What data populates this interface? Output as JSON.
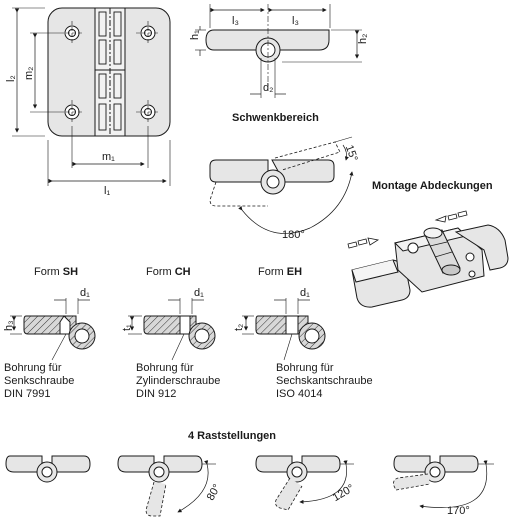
{
  "dims": {
    "l1": "l₁",
    "l2": "l₂",
    "l3": "l₃",
    "m1": "m₁",
    "m2": "m₂",
    "h1": "h₁",
    "h2": "h₂",
    "h3": "h₃",
    "d1": "d₁",
    "d2": "d₂",
    "t1": "t₁",
    "t2": "t₂"
  },
  "swivel": {
    "title": "Schwenkbereich",
    "angle_small": "15°",
    "angle_large": "180°"
  },
  "cover": {
    "title": "Montage Abdeckungen"
  },
  "forms": [
    {
      "prefix": "Form ",
      "code": "SH",
      "note_line1": "Bohrung für",
      "note_line2": "Senkschraube",
      "note_line3": "DIN 7991"
    },
    {
      "prefix": "Form ",
      "code": "CH",
      "note_line1": "Bohrung für",
      "note_line2": "Zylinderschraube",
      "note_line3": "DIN 912"
    },
    {
      "prefix": "Form ",
      "code": "EH",
      "note_line1": "Bohrung für",
      "note_line2": "Sechskantschraube",
      "note_line3": "ISO 4014"
    }
  ],
  "detents": {
    "title": "4 Raststellungen",
    "angles": [
      "80°",
      "120°",
      "170°"
    ]
  },
  "colors": {
    "part_fill": "#e6e6e6",
    "line": "#1a1a1a",
    "hatch_fill": "#d8d8d8"
  }
}
